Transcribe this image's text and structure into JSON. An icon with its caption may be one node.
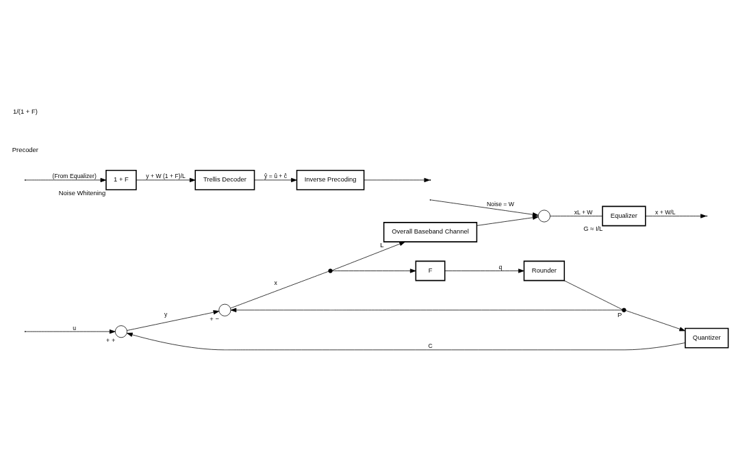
{
  "diagram": {
    "nodes": [
      {
        "text": [],
        "shape": "circle",
        "beside": [
          "+",
          "+"
        ]
      },
      {
        "text": [],
        "shape": "circle",
        "beside": [
          "+",
          "−"
        ]
      },
      {
        "text": [],
        "shape": "dot"
      },
      {
        "text": [
          "Overall Baseband Channel"
        ],
        "beside": [
          "L"
        ]
      },
      {
        "text": [],
        "shape": "circle"
      },
      {
        "text": [
          "Equalizer"
        ],
        "beside": [
          "G ≈ I/L"
        ]
      },
      {
        "text": [
          "F"
        ]
      },
      {
        "text": [
          "Rounder"
        ]
      },
      {
        "text": [],
        "shape": "dot",
        "beside": [
          "P"
        ]
      },
      {
        "text": [
          "Quantizer"
        ]
      },
      {
        "text": [
          "1 + F"
        ],
        "beside": [
          "Noise Whitening"
        ]
      },
      {
        "text": [
          "Trellis Decoder"
        ]
      },
      {
        "text": [
          "Inverse Precoding"
        ]
      }
    ],
    "edges": [
      {
        "from": null,
        "to": 0,
        "arrow": "to",
        "label": "u"
      },
      {
        "from": 0,
        "to": 1,
        "arrow": "to",
        "label": "y"
      },
      {
        "from": 1,
        "to": 2,
        "arrow": "none",
        "label": "x"
      },
      {
        "from": 2,
        "to": 3,
        "arrow": "to"
      },
      {
        "from": 2,
        "to": 6,
        "arrow": "to"
      },
      {
        "from": 3,
        "to": 4,
        "arrow": "to"
      },
      {
        "from": null,
        "to": 4,
        "arrow": "to",
        "label": "Noise = W"
      },
      {
        "from": 4,
        "to": 5,
        "arrow": "none",
        "label": "xL + W"
      },
      {
        "from": 5,
        "to": null,
        "arrow": "to",
        "label": "x + W/L"
      },
      {
        "from": 6,
        "to": 7,
        "arrow": "to",
        "label": "q"
      },
      {
        "from": 7,
        "to": 8,
        "arrow": "none"
      },
      {
        "from": 8,
        "to": 9,
        "arrow": "to"
      },
      {
        "from": 8,
        "to": 1,
        "arrow": "to"
      },
      {
        "from": 9,
        "to": 0,
        "arrow": "to",
        "label": "C"
      },
      {
        "from": null,
        "to": 10,
        "arrow": "to",
        "label": "(From Equalizer)"
      },
      {
        "from": 10,
        "to": 11,
        "arrow": "to",
        "label": "y + W (1 + F)/L"
      },
      {
        "from": 11,
        "to": 12,
        "arrow": "to",
        "label": "ŷ = û + ĉ"
      },
      {
        "from": 12,
        "to": null,
        "arrow": "to"
      }
    ],
    "labels": [
      "Precoder",
      "1/(1 + F)"
    ]
  }
}
